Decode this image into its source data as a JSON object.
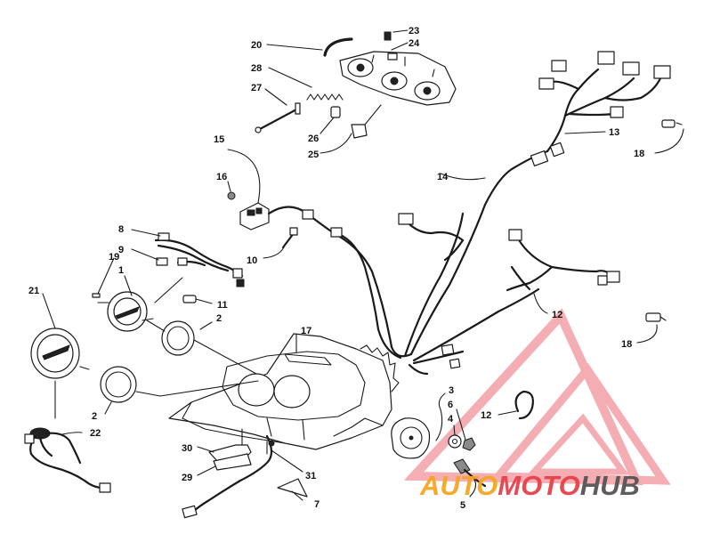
{
  "callouts": [
    {
      "id": "c1",
      "text": "1"
    },
    {
      "id": "c2a",
      "text": "2"
    },
    {
      "id": "c2b",
      "text": "2"
    },
    {
      "id": "c3",
      "text": "3"
    },
    {
      "id": "c4",
      "text": "4"
    },
    {
      "id": "c5",
      "text": "5"
    },
    {
      "id": "c6",
      "text": "6"
    },
    {
      "id": "c7",
      "text": "7"
    },
    {
      "id": "c8",
      "text": "8"
    },
    {
      "id": "c9",
      "text": "9"
    },
    {
      "id": "c10",
      "text": "10"
    },
    {
      "id": "c11",
      "text": "11"
    },
    {
      "id": "c12a",
      "text": "12"
    },
    {
      "id": "c12b",
      "text": "12"
    },
    {
      "id": "c13",
      "text": "13"
    },
    {
      "id": "c14",
      "text": "14"
    },
    {
      "id": "c15",
      "text": "15"
    },
    {
      "id": "c16",
      "text": "16"
    },
    {
      "id": "c17",
      "text": "17"
    },
    {
      "id": "c18a",
      "text": "18"
    },
    {
      "id": "c18b",
      "text": "18"
    },
    {
      "id": "c19",
      "text": "19"
    },
    {
      "id": "c20",
      "text": "20"
    },
    {
      "id": "c21",
      "text": "21"
    },
    {
      "id": "c22",
      "text": "22"
    },
    {
      "id": "c23",
      "text": "23"
    },
    {
      "id": "c24",
      "text": "24"
    },
    {
      "id": "c25",
      "text": "25"
    },
    {
      "id": "c26",
      "text": "26"
    },
    {
      "id": "c27",
      "text": "27"
    },
    {
      "id": "c28",
      "text": "28"
    },
    {
      "id": "c29",
      "text": "29"
    },
    {
      "id": "c30",
      "text": "30"
    },
    {
      "id": "c31",
      "text": "31"
    }
  ],
  "watermark": {
    "text_auto": "AUTO",
    "text_moto": "MOTO",
    "text_hub": "HUB",
    "color_red": "#e8404a",
    "color_pink": "#f4a7ad",
    "color_orange": "#f5a623",
    "color_grey": "#555555"
  }
}
